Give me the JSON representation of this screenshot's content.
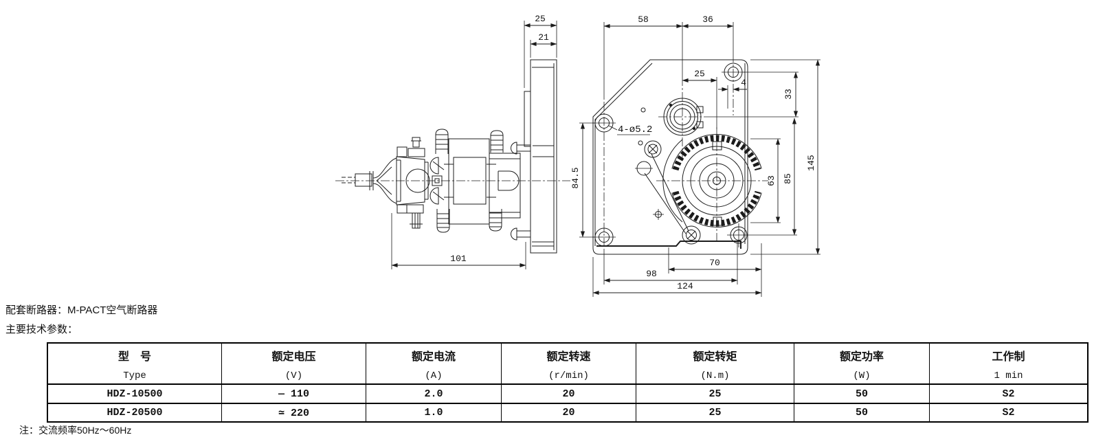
{
  "notes": {
    "breaker": "配套断路器：M-PACT空气断路器",
    "params_heading": "主要技术参数：",
    "footnote": "注：交流频率50Hz～60Hz"
  },
  "drawing": {
    "dims": {
      "d25": "25",
      "d21": "21",
      "d101": "101",
      "d84_5": "84.5",
      "d58": "58",
      "d36": "36",
      "d25b": "25",
      "d4": "4",
      "d33": "33",
      "d63": "63",
      "d85": "85",
      "d145": "145",
      "d70": "70",
      "d98": "98",
      "d124": "124"
    },
    "labels": {
      "holes": "4-ø5.2"
    }
  },
  "table": {
    "columns": [
      {
        "title": "型　号",
        "unit": "Type"
      },
      {
        "title": "额定电压",
        "unit": "(V)"
      },
      {
        "title": "额定电流",
        "unit": "(A)"
      },
      {
        "title": "额定转速",
        "unit": "(r/min)"
      },
      {
        "title": "额定转矩",
        "unit": "(N.m)"
      },
      {
        "title": "额定功率",
        "unit": "(W)"
      },
      {
        "title": "工作制",
        "unit": "1 min"
      }
    ],
    "rows": [
      [
        "HDZ-10500",
        "— 110",
        "2.0",
        "20",
        "25",
        "50",
        "S2"
      ],
      [
        "HDZ-20500",
        "≃ 220",
        "1.0",
        "20",
        "25",
        "50",
        "S2"
      ]
    ]
  }
}
